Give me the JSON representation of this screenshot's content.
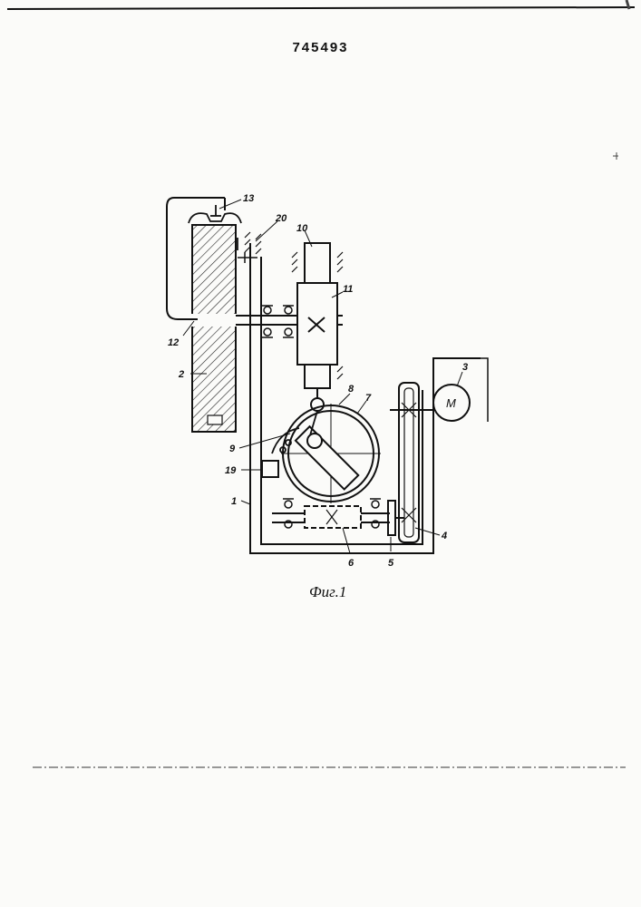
{
  "header": {
    "patent_number": "745493"
  },
  "figure": {
    "caption": "Фиг.1"
  },
  "labels": {
    "l1": "1",
    "l2": "2",
    "l3": "3",
    "l4": "4",
    "l5": "5",
    "l6": "6",
    "l7": "7",
    "l8": "8",
    "l9": "9",
    "l10": "10",
    "l11": "11",
    "l12": "12",
    "l13": "13",
    "l19": "19",
    "l20": "20"
  },
  "motor": {
    "symbol": "M"
  }
}
